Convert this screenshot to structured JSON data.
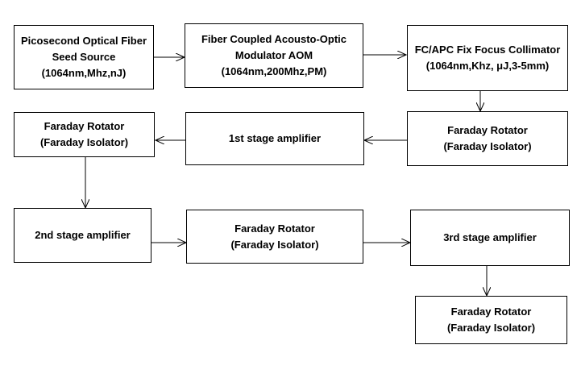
{
  "diagram": {
    "nodes": [
      {
        "id": "seed",
        "lines": [
          "Picosecond Optical Fiber",
          "Seed Source",
          "(1064nm,Mhz,nJ)"
        ]
      },
      {
        "id": "aom",
        "lines": [
          "Fiber Coupled Acousto-Optic",
          "Modulator AOM",
          "(1064nm,200Mhz,PM)"
        ]
      },
      {
        "id": "collimator",
        "lines": [
          "FC/APC Fix Focus Collimator",
          "(1064nm,Khz, μJ,3-5mm)"
        ]
      },
      {
        "id": "rotator1",
        "lines": [
          "Faraday Rotator",
          "(Faraday Isolator)"
        ]
      },
      {
        "id": "amp1",
        "lines": [
          "1st stage amplifier"
        ]
      },
      {
        "id": "rotator2",
        "lines": [
          "Faraday Rotator",
          "(Faraday Isolator)"
        ]
      },
      {
        "id": "amp2",
        "lines": [
          "2nd stage amplifier"
        ]
      },
      {
        "id": "rotator3",
        "lines": [
          "Faraday Rotator",
          "(Faraday Isolator)"
        ]
      },
      {
        "id": "amp3",
        "lines": [
          "3rd stage amplifier"
        ]
      },
      {
        "id": "rotator4",
        "lines": [
          "Faraday Rotator",
          "(Faraday Isolator)"
        ]
      }
    ],
    "edges": [
      {
        "from": "seed",
        "to": "aom"
      },
      {
        "from": "aom",
        "to": "collimator"
      },
      {
        "from": "collimator",
        "to": "rotator1"
      },
      {
        "from": "rotator1",
        "to": "amp1"
      },
      {
        "from": "amp1",
        "to": "rotator2"
      },
      {
        "from": "rotator2",
        "to": "amp2"
      },
      {
        "from": "amp2",
        "to": "rotator3"
      },
      {
        "from": "rotator3",
        "to": "amp3"
      },
      {
        "from": "amp3",
        "to": "rotator4"
      }
    ]
  }
}
